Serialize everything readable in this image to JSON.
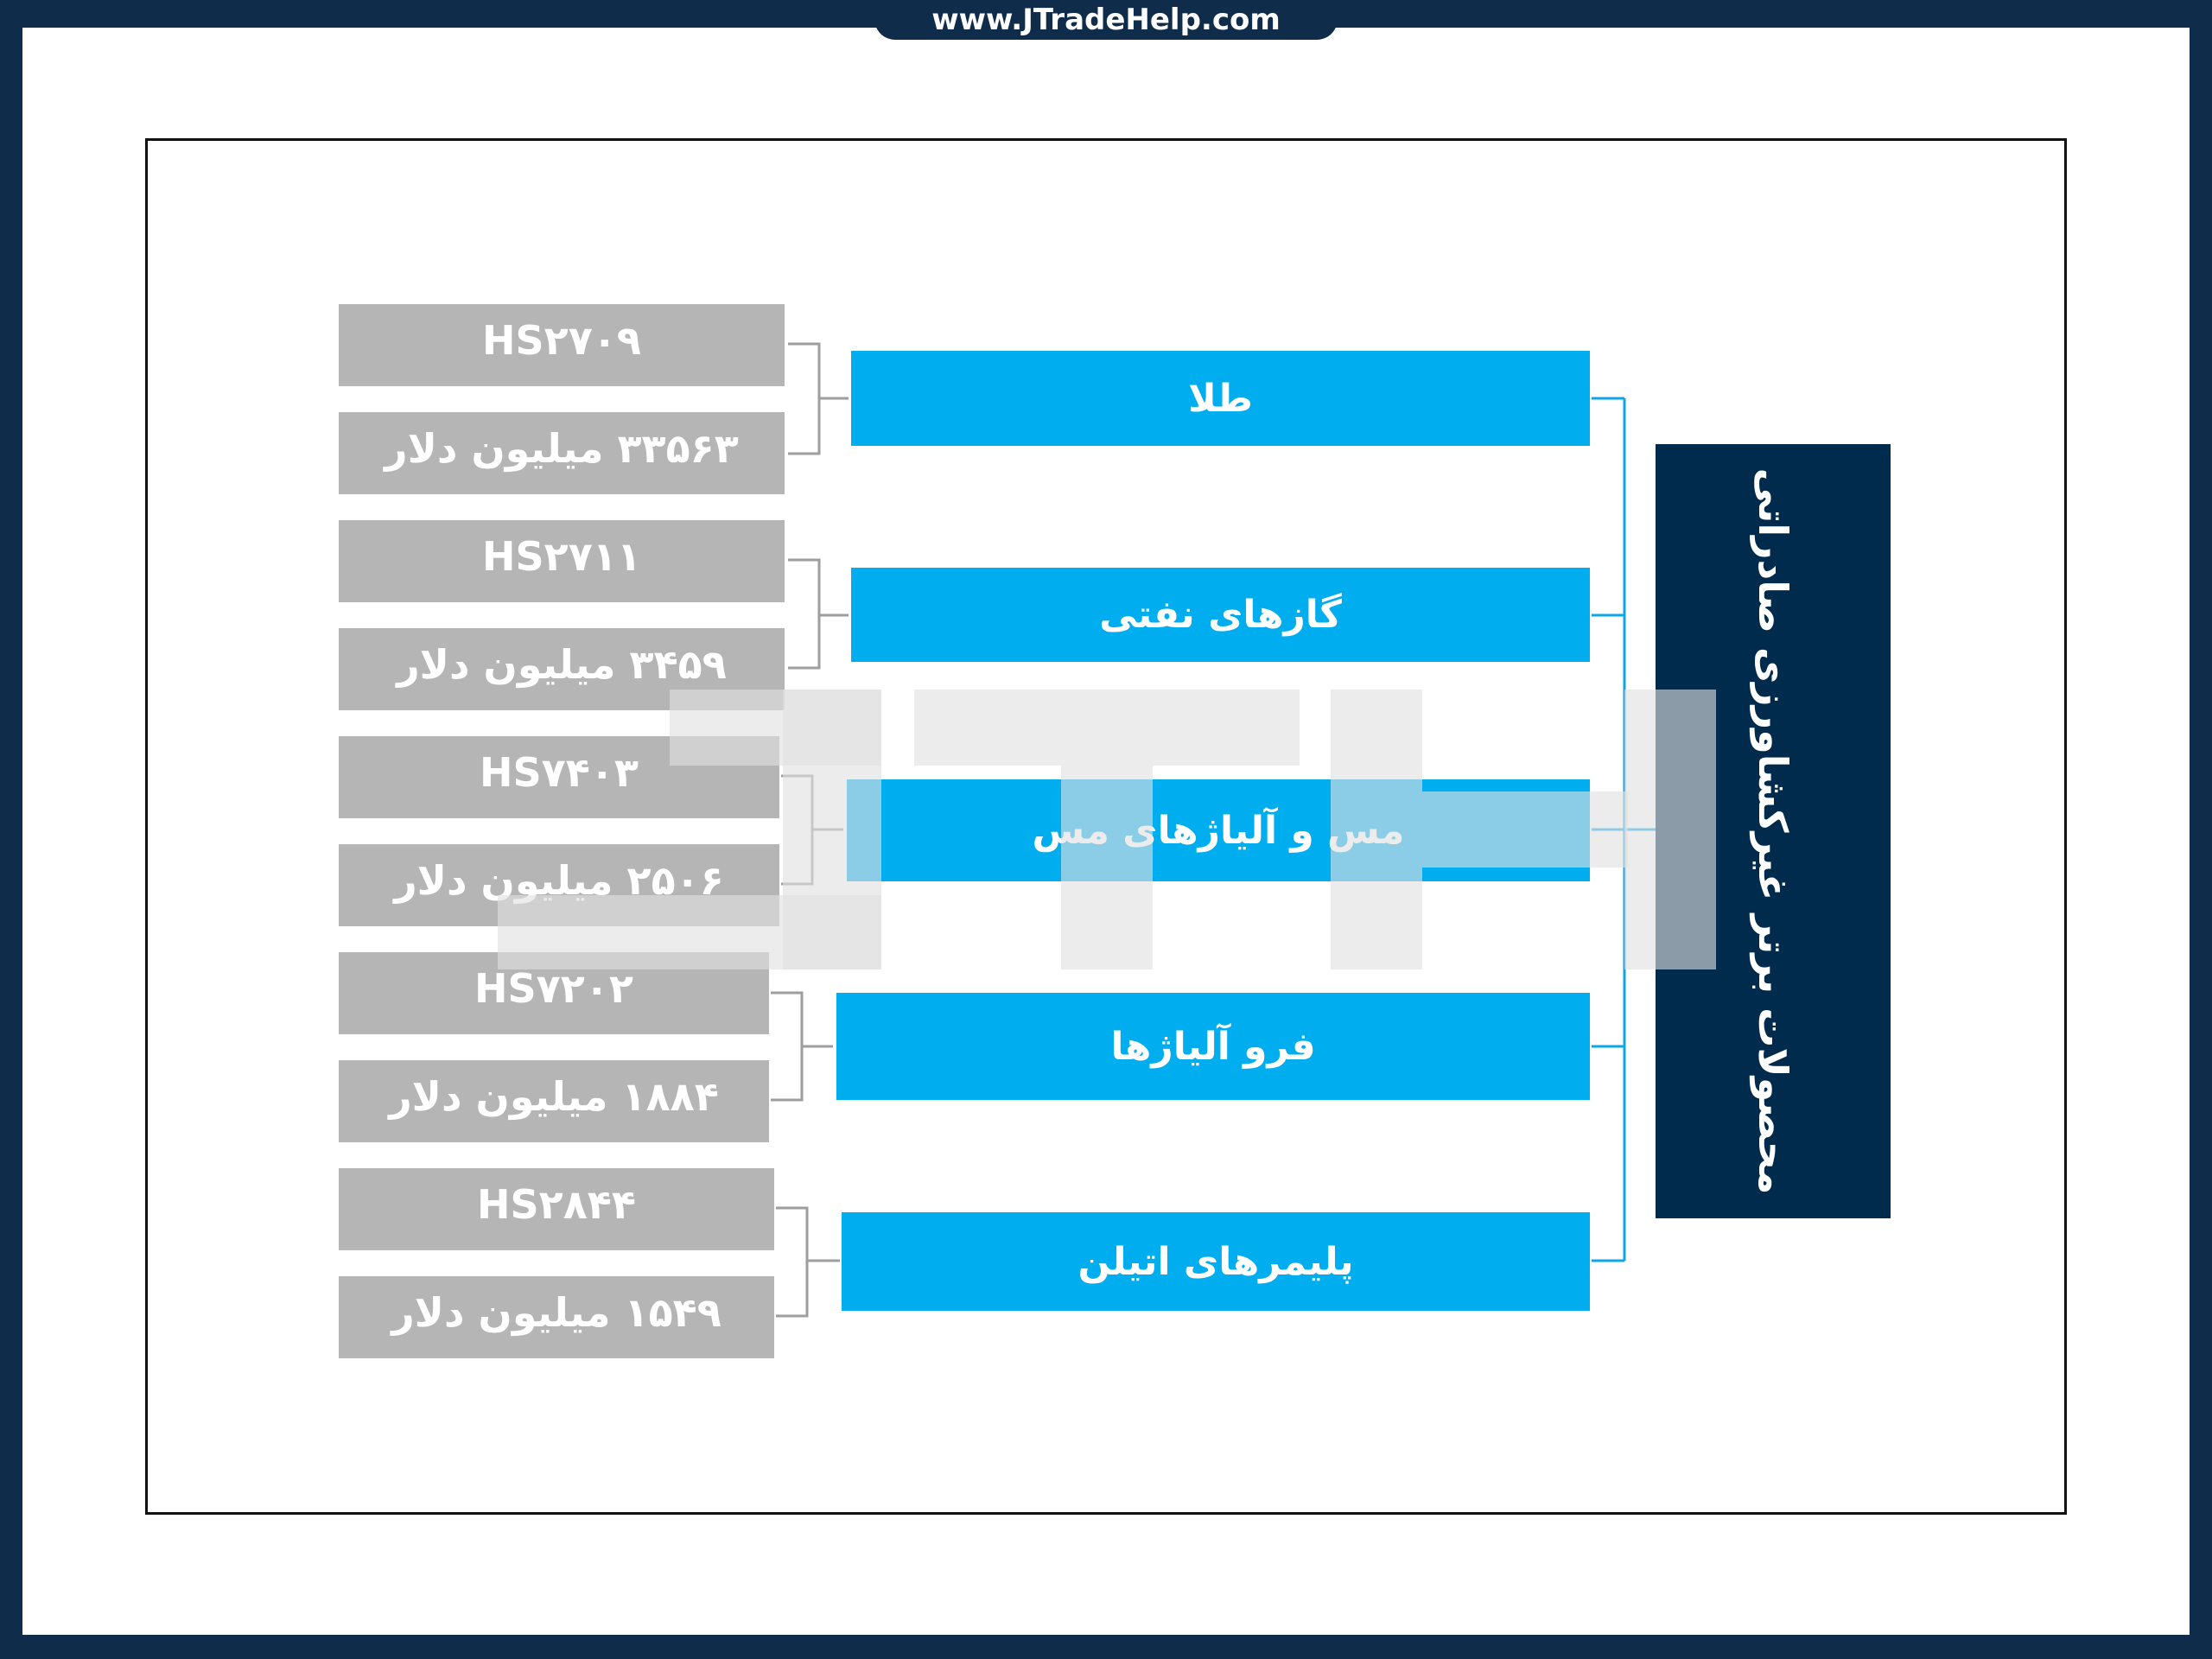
{
  "site_url": "www.JTradeHelp.com",
  "category_title": "محصولات برتر غیرکشاورزی صادراتی",
  "products": [
    {
      "name": "طلا",
      "hs_code": "HS۲۷۰۹",
      "value": "۳۳۵۶۳ میلیون دلار"
    },
    {
      "name": "گازهای نفتی",
      "hs_code": "HS۲۷۱۱",
      "value": "۳۴۵۹ میلیون دلار"
    },
    {
      "name": "مس و آلیاژهای مس",
      "hs_code": "HS۷۴۰۳",
      "value": "۲۵۰۶ میلیون دلار"
    },
    {
      "name": "فرو آلیاژها",
      "hs_code": "HS۷۲۰۲",
      "value": "۱۸۸۴ میلیون دلار"
    },
    {
      "name": "پلیمرهای اتیلن",
      "hs_code": "HS۲۸۴۴",
      "value": "۱۵۴۹ میلیون دلار"
    }
  ],
  "colors": {
    "navy": "#002b4c",
    "blue": "#00adef",
    "gray": "#b5b5b5",
    "line_blue": "#0ea5e9",
    "line_gray": "#9e9e9e"
  }
}
